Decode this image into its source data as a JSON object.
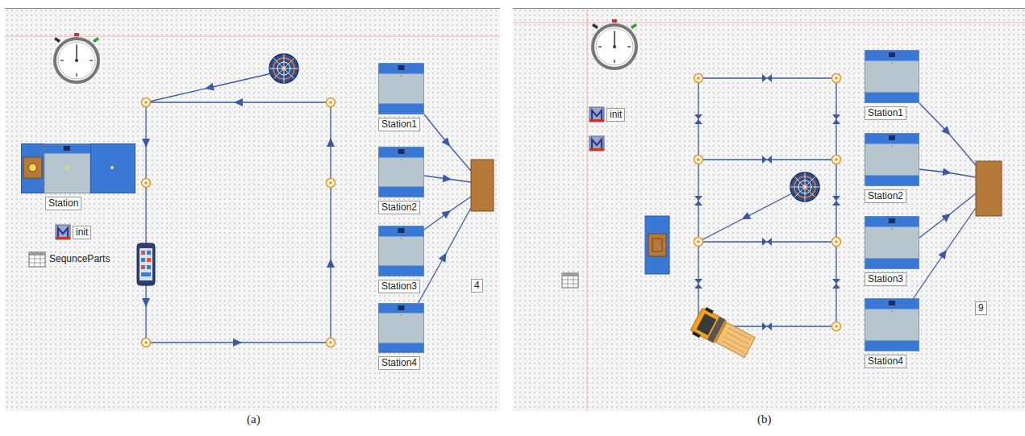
{
  "diagram": {
    "nodes": [
      {
        "text": [
          "Station"
        ]
      },
      {
        "text": [
          "Station1"
        ]
      },
      {
        "text": [
          "Station2"
        ]
      },
      {
        "text": [
          "Station3"
        ]
      },
      {
        "text": [
          "Station4"
        ]
      },
      {
        "text": [
          "Station1"
        ]
      },
      {
        "text": [
          "Station2"
        ]
      },
      {
        "text": [
          "Station3"
        ]
      },
      {
        "text": [
          "Station4"
        ]
      }
    ],
    "labels": [
      "init",
      "SequnceParts",
      "4",
      "(a)",
      "init",
      "9",
      "(b)"
    ]
  }
}
